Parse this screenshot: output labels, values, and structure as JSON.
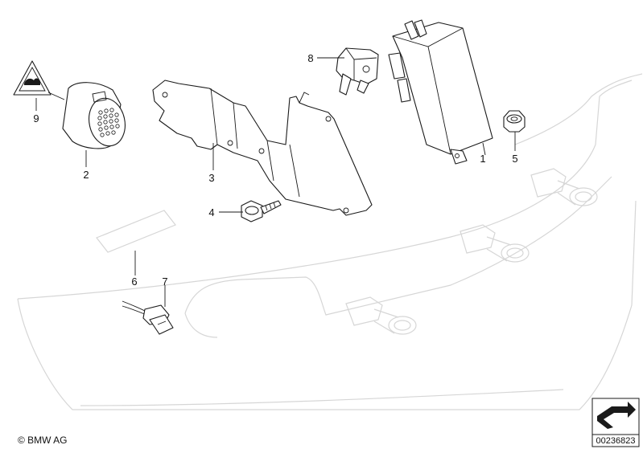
{
  "callouts": [
    {
      "id": "1",
      "label": "1"
    },
    {
      "id": "2",
      "label": "2"
    },
    {
      "id": "3",
      "label": "3"
    },
    {
      "id": "4",
      "label": "4"
    },
    {
      "id": "5",
      "label": "5"
    },
    {
      "id": "6",
      "label": "6"
    },
    {
      "id": "7",
      "label": "7"
    },
    {
      "id": "8",
      "label": "8"
    },
    {
      "id": "9",
      "label": "9"
    }
  ],
  "footer": {
    "copyright": "© BMW AG",
    "image_number": "00236823"
  }
}
